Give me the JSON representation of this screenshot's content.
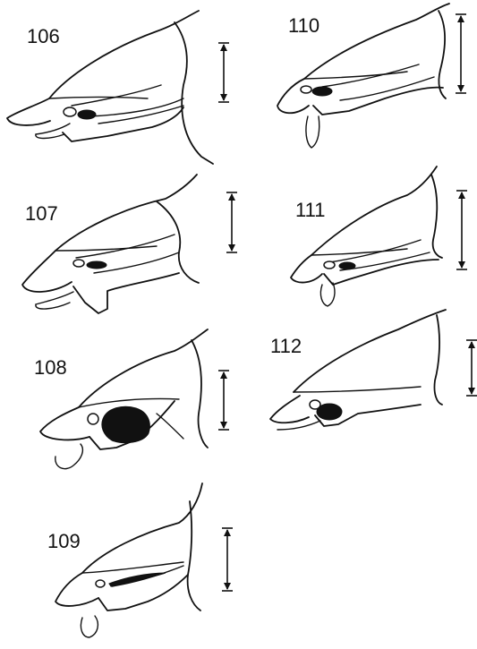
{
  "figures": [
    {
      "number": "106"
    },
    {
      "number": "107"
    },
    {
      "number": "108"
    },
    {
      "number": "109"
    },
    {
      "number": "110"
    },
    {
      "number": "111"
    },
    {
      "number": "112"
    }
  ],
  "ink_color": "#111111"
}
